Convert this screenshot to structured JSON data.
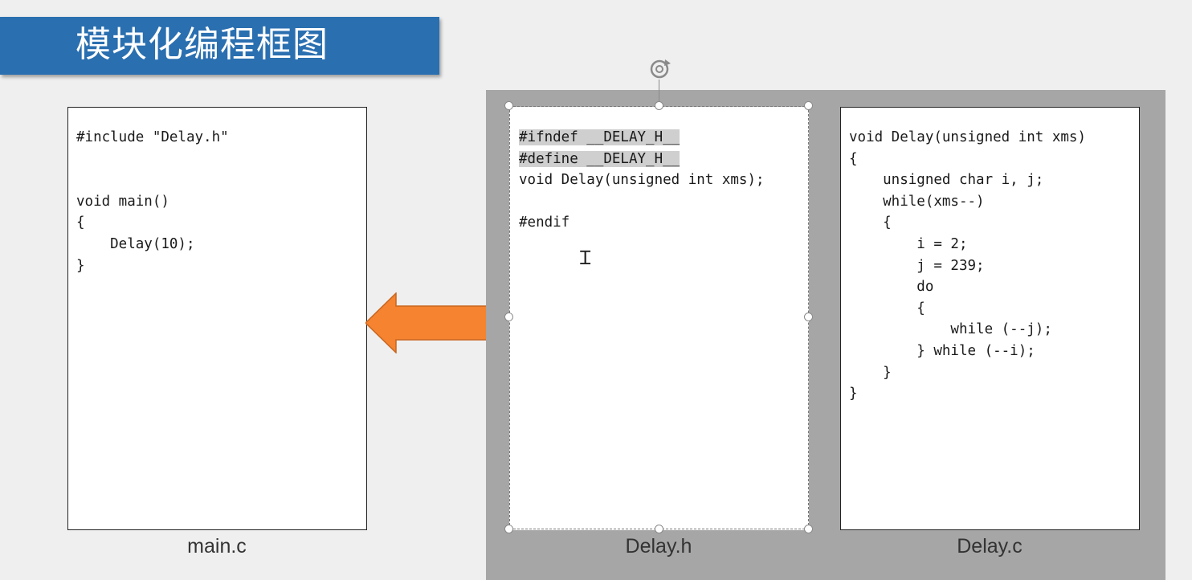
{
  "slide": {
    "title": "模块化编程框图",
    "colors": {
      "banner": "#2a6fb0",
      "arrow": "#f5832f",
      "group_bg": "#a6a6a6"
    }
  },
  "files": {
    "main_c": {
      "code": "#include \"Delay.h\"\n\n\nvoid main()\n{\n    Delay(10);\n}",
      "caption": "main.c"
    },
    "delay_h": {
      "highlight_line1": "#ifndef __DELAY_H__",
      "highlight_line2": "#define __DELAY_H__",
      "code_rest": "\nvoid Delay(unsigned int xms);\n\n#endif",
      "caption": "Delay.h"
    },
    "delay_c": {
      "code": "void Delay(unsigned int xms)\n{\n    unsigned char i, j;\n    while(xms--)\n    {\n        i = 2;\n        j = 239;\n        do\n        {\n            while (--j);\n        } while (--i);\n    }\n}",
      "caption": "Delay.c"
    }
  },
  "icons": {
    "arrow": "left-arrow-icon",
    "rotate": "rotate-handle-icon",
    "cursor": "text-cursor-icon"
  }
}
